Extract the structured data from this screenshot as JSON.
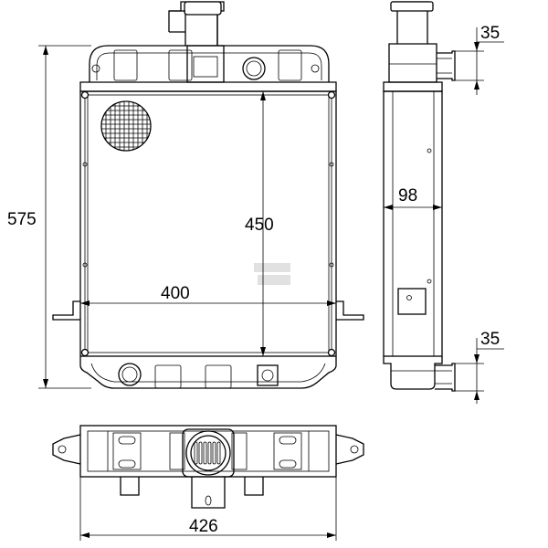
{
  "dimensions": {
    "total_height": "575",
    "core_height": "450",
    "core_width": "400",
    "depth": "98",
    "top_pipe": "35",
    "bottom_pipe": "35",
    "total_width": "426"
  }
}
